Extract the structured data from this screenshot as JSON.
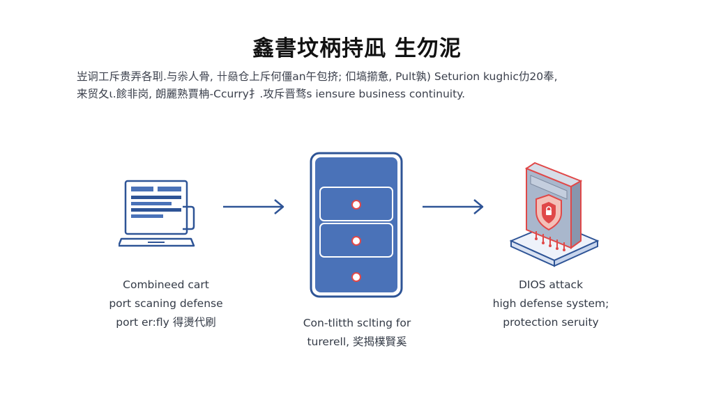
{
  "title": "鑫書坟柄持凪 生勿泥",
  "intro": [
    "岦诇工斥贵弄各刵.与尜人骨, 卄赑仓上斥何僵an午包挤; 㐰塙擶惫, Pult孰) Seturion kughic仂20奉,",
    "来贸夂ɩ.餩非岗, 朗麗熟賈柟-Ccurry扌.攻斥晋骛s iensure business continuity."
  ],
  "steps": [
    {
      "icon": "laptop-scan-icon",
      "caption": [
        "Combineed cart",
        "port scaning defense",
        "port er:fly 得燙代刷"
      ]
    },
    {
      "icon": "server-rack-icon",
      "caption": [
        "Con-tlitth sclting for",
        "turerell, 奖揭樸賢奚"
      ]
    },
    {
      "icon": "ddos-shield-icon",
      "caption": [
        "DIOS attack",
        "high defense system;",
        "protection seruity"
      ]
    }
  ],
  "colors": {
    "accent_blue": "#4a72b8",
    "outline_navy": "#2e5496",
    "alert_red": "#e04848"
  }
}
